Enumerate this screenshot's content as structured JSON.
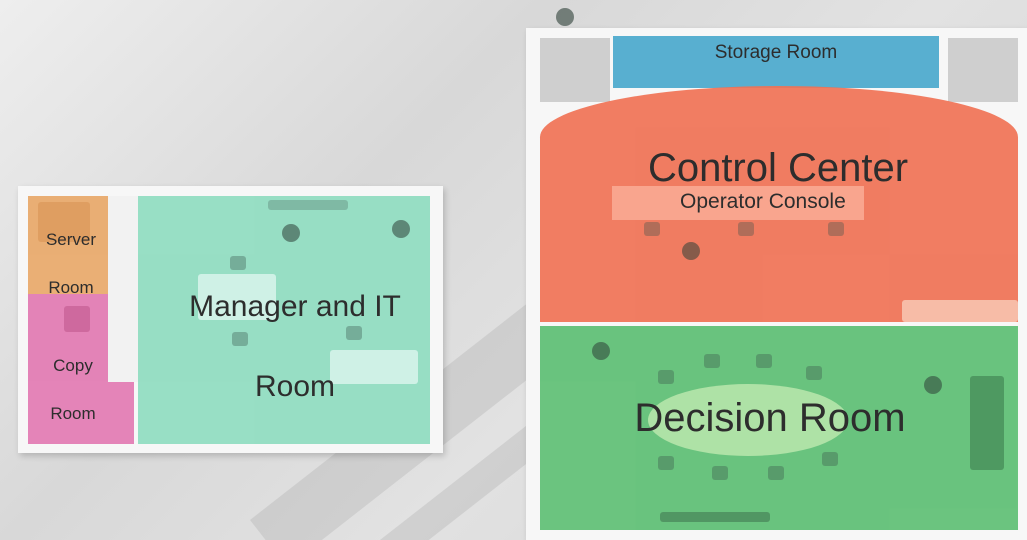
{
  "rooms": {
    "storage": {
      "label": "Storage Room",
      "color": "#4aa8cc"
    },
    "control_center": {
      "label": "Control Center",
      "color": "#f07255"
    },
    "operator_console": {
      "label": "Operator Console",
      "color": "#f9a890"
    },
    "decision": {
      "label": "Decision Room",
      "color": "#5ebf74"
    },
    "manager_it": {
      "line1": "Manager and IT",
      "line2": "Room",
      "color": "#8fdcc0"
    },
    "server": {
      "line1": "Server",
      "line2": "Room",
      "color": "#e8a869"
    },
    "copy": {
      "line1": "Copy",
      "line2": "Room",
      "color": "#e27ab2"
    }
  },
  "icons": [
    "plant-icon",
    "chair-icon",
    "table-icon"
  ]
}
